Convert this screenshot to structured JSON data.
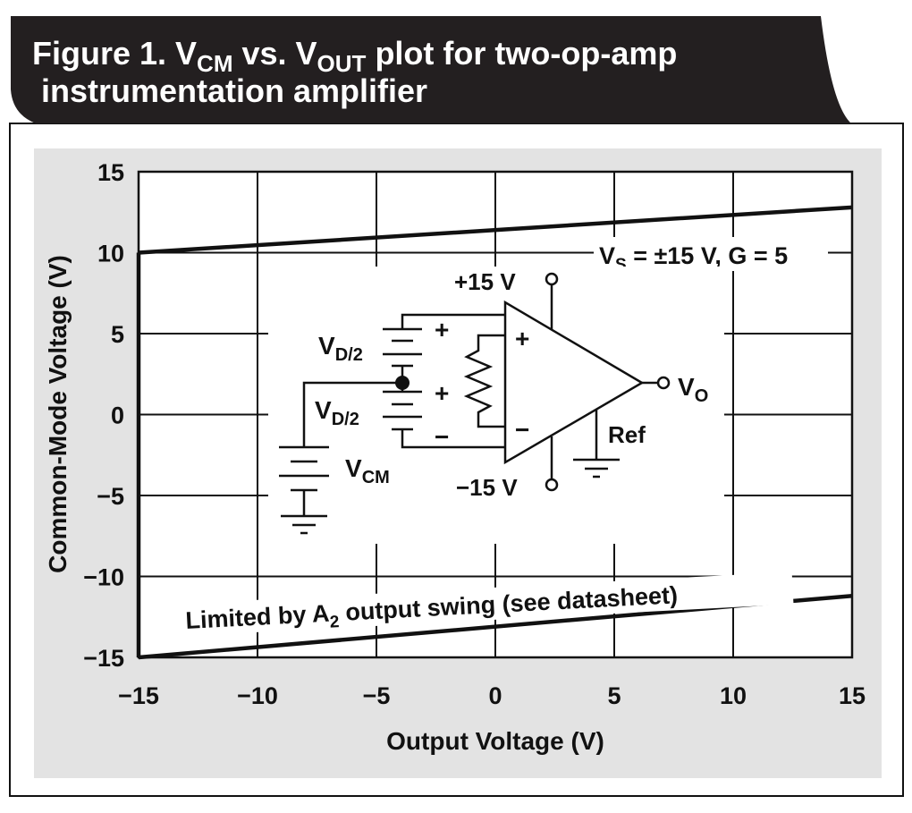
{
  "figure": {
    "title": {
      "prefix": "Figure 1. V",
      "sub1": "CM",
      "mid": " vs. V",
      "sub2": "OUT",
      "suffix": " plot for two-op-amp",
      "line2": "instrumentation amplifier"
    }
  },
  "chart_data": {
    "type": "line",
    "title": "Figure 1. VCM vs. VOUT plot for two-op-amp instrumentation amplifier",
    "xlabel": "Output Voltage (V)",
    "ylabel": "Common-Mode Voltage (V)",
    "xlim": [
      -15,
      15
    ],
    "ylim": [
      -15,
      15
    ],
    "xticks": [
      "−15",
      "−10",
      "−5",
      "0",
      "5",
      "10",
      "15"
    ],
    "yticks": [
      "15",
      "10",
      "5",
      "0",
      "−5",
      "−10",
      "−15"
    ],
    "xtick_values": [
      -15,
      -10,
      -5,
      0,
      5,
      10,
      15
    ],
    "ytick_values": [
      15,
      10,
      5,
      0,
      -5,
      -10,
      -15
    ],
    "grid": true,
    "series": [
      {
        "x": [
          -15,
          15
        ],
        "y": [
          10,
          12.8
        ]
      },
      {
        "x": [
          -15,
          15
        ],
        "y": [
          -15,
          -11.2
        ]
      },
      {
        "x": [
          -15,
          -15
        ],
        "y": [
          -15,
          10
        ]
      }
    ],
    "annotations": {
      "condition": {
        "pre": "V",
        "sub": "S",
        "post": " = ±15 V, G = 5"
      },
      "limit": {
        "pre": "Limited by A",
        "sub": "2",
        "post": " output swing (see datasheet)"
      }
    },
    "schematic": {
      "vd_label": "V",
      "vd_sub": "D/2",
      "vcm_label": "V",
      "vcm_sub": "CM",
      "vpos": "+15 V",
      "vneg": "−15 V",
      "vo_label": "V",
      "vo_sub": "O",
      "ref": "Ref",
      "plus": "+",
      "minus": "−"
    }
  }
}
